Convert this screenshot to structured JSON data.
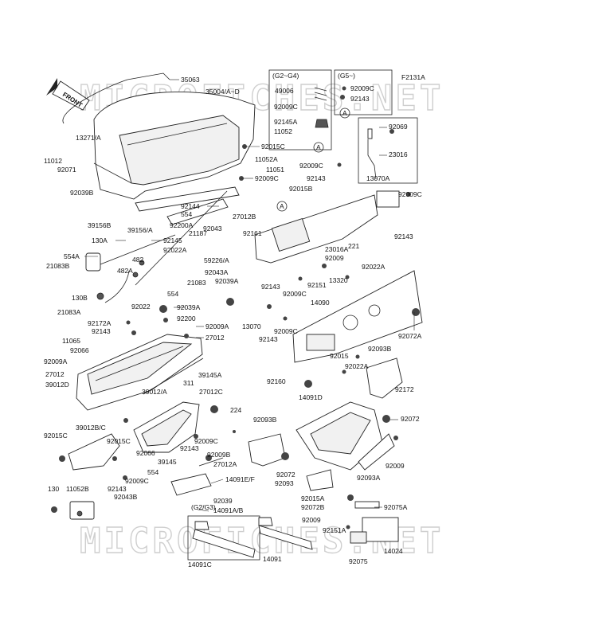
{
  "watermark": "MICROFICHES.NET",
  "figure_code": "F2131A",
  "front_label": "FRONT",
  "callout": "A",
  "group_labels": [
    "(G2~G4)",
    "(G5~)",
    "(G2/G3)"
  ],
  "labels": [
    "35063",
    "35004/A~D",
    "11012",
    "92071",
    "13271/A",
    "92039B",
    "92015C",
    "11052A",
    "11051",
    "92009C",
    "92009C",
    "92015B",
    "92143",
    "13070A",
    "92009C",
    "92143",
    "92144",
    "554",
    "27012B",
    "39156B",
    "39156/A",
    "92200A",
    "92043",
    "92161",
    "130A",
    "92145",
    "21187",
    "554A",
    "21083B",
    "482",
    "92022A",
    "59226/A",
    "482A",
    "21083",
    "92043A",
    "130B",
    "554",
    "92039A",
    "21083A",
    "92022",
    "92039A",
    "92200",
    "92172A",
    "92143",
    "92009A",
    "11065",
    "27012",
    "92066",
    "92009A",
    "39145A",
    "27012",
    "39012D",
    "311",
    "27012C",
    "39012/A",
    "224",
    "39012B/C",
    "92015C",
    "92009C",
    "92015C",
    "92066",
    "92009B",
    "92143",
    "27012A",
    "39145",
    "554",
    "14091E/F",
    "92143",
    "92009C",
    "92043B",
    "130",
    "11052B",
    "92039",
    "14091A/B",
    "14091C",
    "14091",
    "49006",
    "92009C",
    "92145A",
    "11052",
    "92009C",
    "92143",
    "92069",
    "23016",
    "221",
    "23016A",
    "92009",
    "13320",
    "92022A",
    "92143",
    "92151",
    "92009C",
    "14090",
    "13070",
    "92009C",
    "92143",
    "92072A",
    "92015",
    "92093B",
    "92022A",
    "92160",
    "92172",
    "14091D",
    "92072",
    "92093B",
    "92009",
    "92072",
    "92093A",
    "92093",
    "92015A",
    "92075A",
    "92072B",
    "92009",
    "92151A",
    "14024",
    "92075"
  ]
}
